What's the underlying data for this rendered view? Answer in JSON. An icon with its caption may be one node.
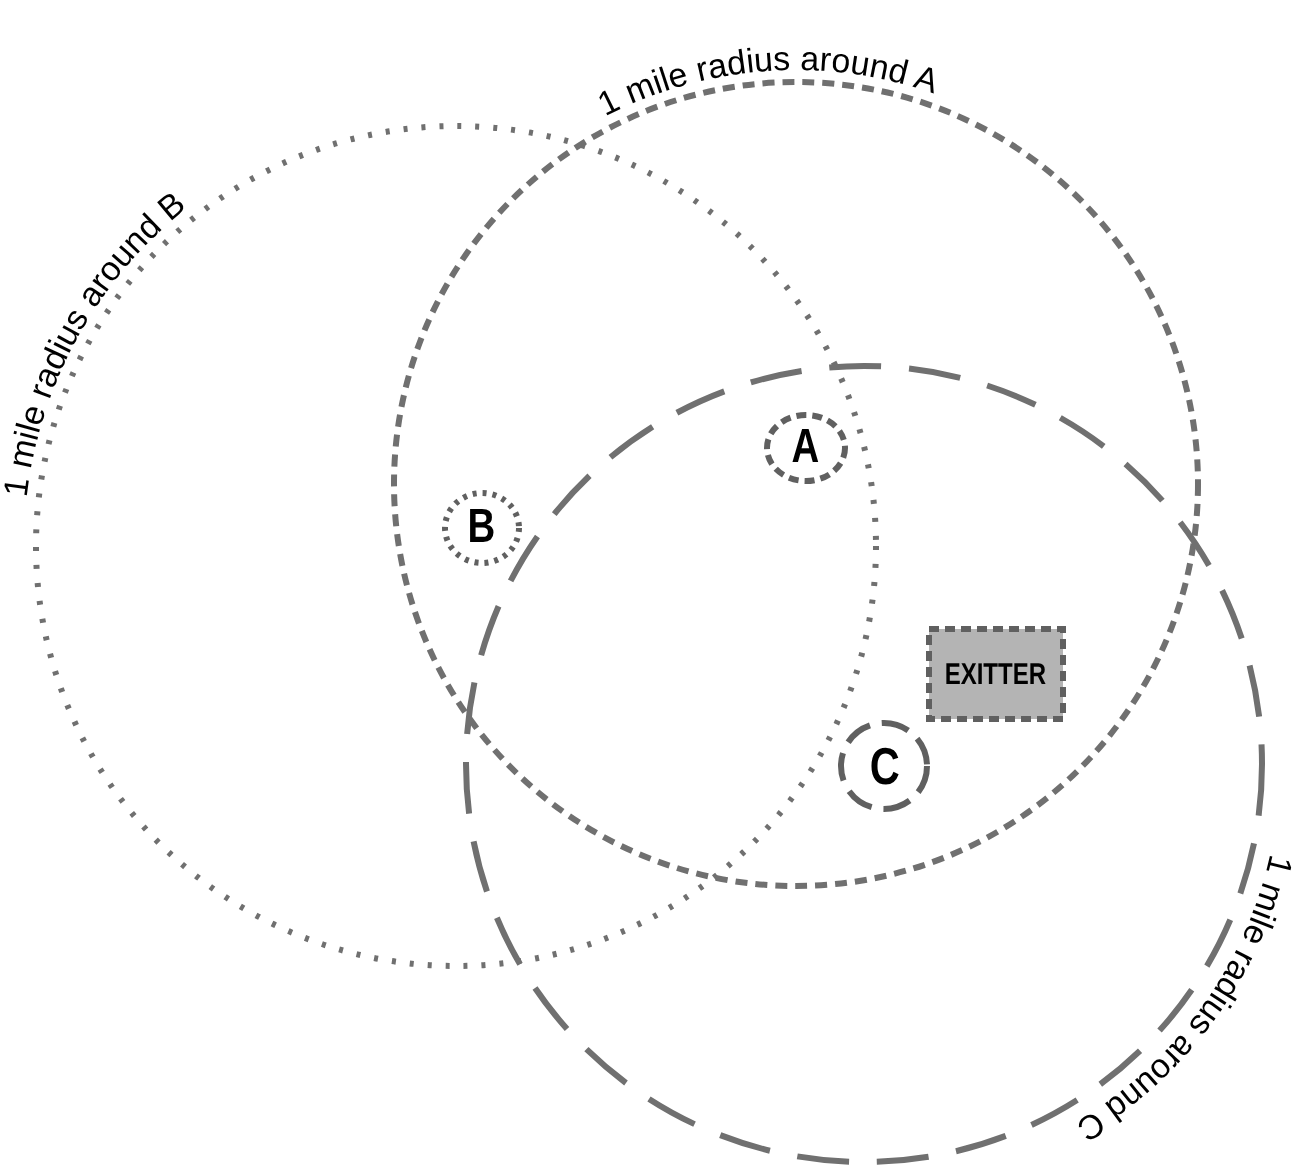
{
  "diagram": {
    "nodes": [
      {
        "text": [
          "1 mile radius around A"
        ]
      },
      {
        "text": [
          "1 mile radius around B"
        ]
      },
      {
        "text": [
          "1 mile radius around C"
        ]
      },
      {
        "text": [
          "A"
        ]
      },
      {
        "text": [
          "B"
        ]
      },
      {
        "text": [
          "EXITTER"
        ]
      },
      {
        "text": [
          "C"
        ]
      }
    ]
  }
}
